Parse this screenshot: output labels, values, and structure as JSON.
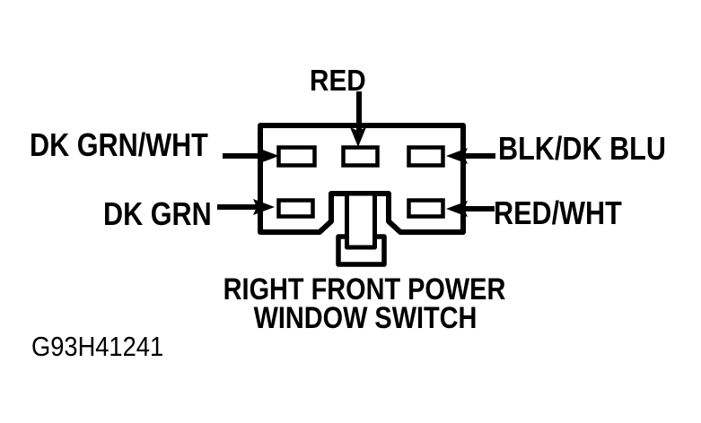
{
  "figure_id": "G93H41241",
  "connector": {
    "name_line1": "RIGHT FRONT POWER",
    "name_line2": "WINDOW SWITCH",
    "pins": [
      {
        "position": "top-left",
        "wire": "DK GRN/WHT"
      },
      {
        "position": "top-center",
        "wire": "RED"
      },
      {
        "position": "top-right",
        "wire": "BLK/DK BLU"
      },
      {
        "position": "bottom-left",
        "wire": "DK GRN"
      },
      {
        "position": "bottom-right",
        "wire": "RED/WHT"
      }
    ]
  },
  "colors": {
    "ink": "#000000",
    "background": "#ffffff"
  }
}
